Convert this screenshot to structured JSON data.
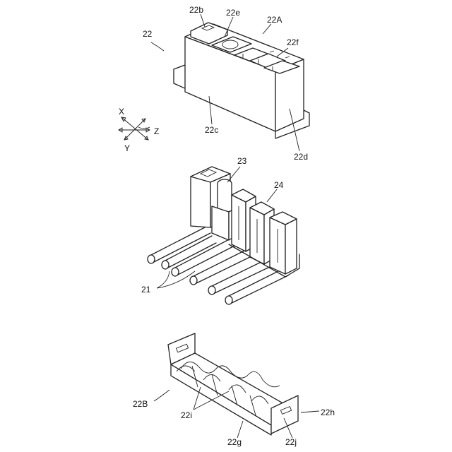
{
  "labels": {
    "22": "22",
    "22A": "22A",
    "22b": "22b",
    "22e": "22e",
    "22f": "22f",
    "22c": "22c",
    "22d": "22d",
    "23": "23",
    "24": "24",
    "21": "21",
    "22B": "22B",
    "22i": "22i",
    "22g": "22g",
    "22j": "22j",
    "22h": "22h"
  },
  "axes": {
    "x": "X",
    "y": "Y",
    "z": "Z"
  },
  "colors": {
    "line": "#222222",
    "background": "#ffffff"
  }
}
